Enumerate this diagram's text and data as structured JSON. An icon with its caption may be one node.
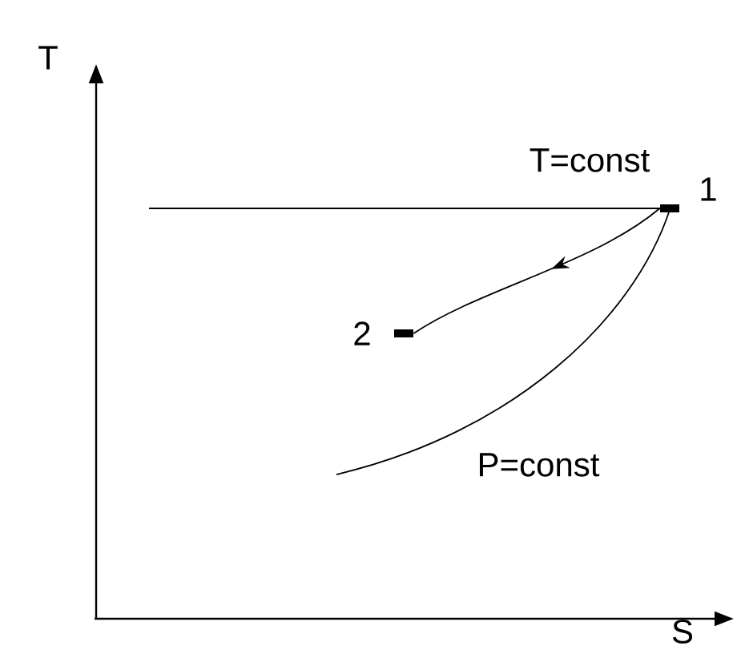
{
  "diagram": {
    "nodes": [
      {
        "text": [],
        "shape": "bar",
        "beside": [
          "1"
        ]
      },
      {
        "text": [],
        "shape": "bar",
        "beside": [
          "2"
        ]
      }
    ],
    "edges": [
      {
        "from": 0,
        "to": 1,
        "arrow": "to"
      }
    ],
    "labels": [
      "T",
      "T=const",
      "P=const",
      "S"
    ]
  }
}
